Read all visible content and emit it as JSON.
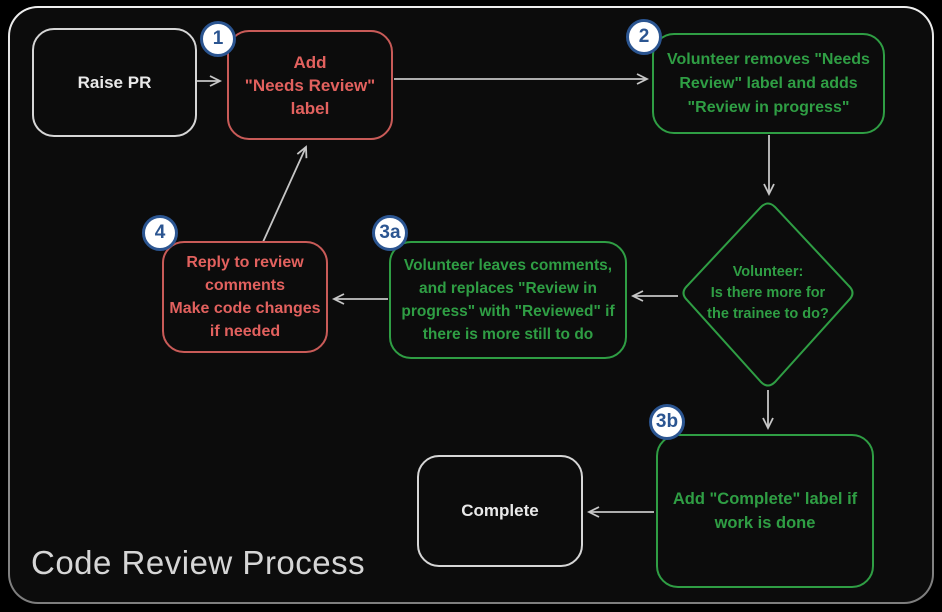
{
  "title": "Code Review Process",
  "colors": {
    "canvas_bg": "#000000",
    "panel_bg": "#0c0c0c",
    "frame_light": "#efefef",
    "frame_dark": "#7d7d7d",
    "red": "#e2615e",
    "red_border": "#c95b58",
    "green": "#2f9e44",
    "white_text": "#e9e9e9",
    "white_border": "#d6d6d6",
    "badge_blue": "#2b5591",
    "badge_bg": "#ffffff",
    "arrow": "#c6c6c6",
    "title_color": "#d6d6d6"
  },
  "nodes": {
    "raise_pr": {
      "label": "Raise PR"
    },
    "step1": {
      "badge": "1",
      "lines": [
        "Add",
        "\"Needs Review\"",
        "label"
      ]
    },
    "step2": {
      "badge": "2",
      "lines": [
        "Volunteer removes \"Needs",
        "Review\" label and adds",
        "\"Review in progress\""
      ]
    },
    "decision": {
      "lines": [
        "Volunteer:",
        "Is there more for",
        "the trainee to do?"
      ]
    },
    "step3a": {
      "badge": "3a",
      "lines": [
        "Volunteer leaves comments,",
        "and replaces \"Review in",
        "progress\" with \"Reviewed\" if",
        "there is more still to do"
      ]
    },
    "step4": {
      "badge": "4",
      "lines": [
        "Reply to review",
        "comments",
        "Make code changes",
        "if needed"
      ]
    },
    "step3b": {
      "badge": "3b",
      "lines": [
        "Add \"Complete\" label if",
        "work is done"
      ]
    },
    "complete": {
      "label": "Complete"
    }
  }
}
